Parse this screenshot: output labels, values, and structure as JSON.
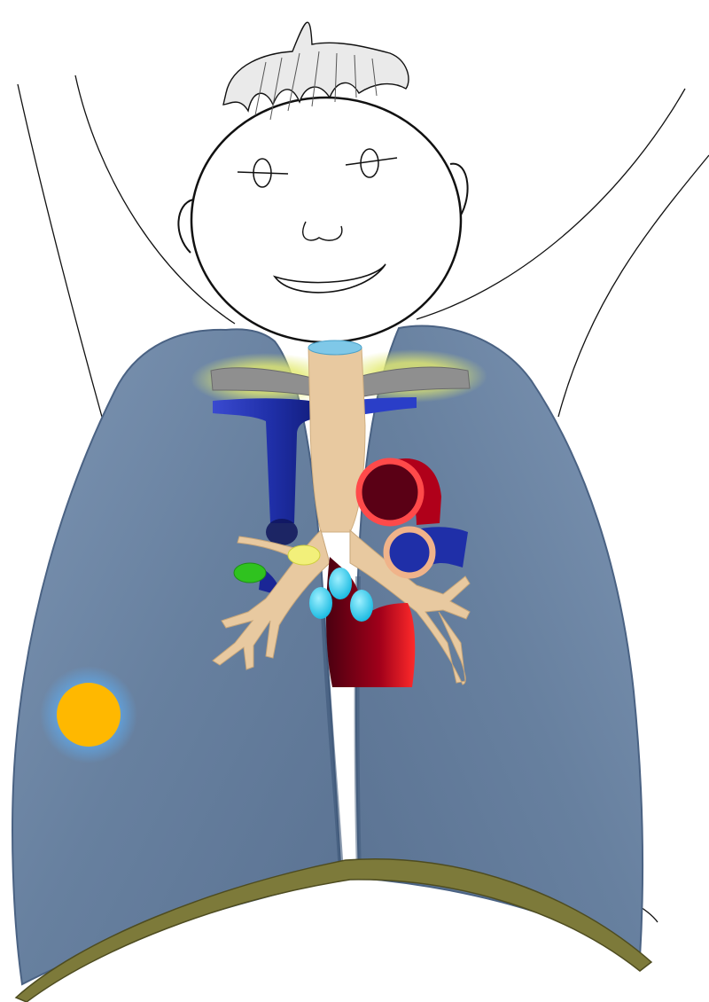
{
  "figure": {
    "subject": "chest-anatomy-illustration",
    "colors": {
      "background": "#ffffff",
      "outline": "#111111",
      "lung": "#67809f",
      "lung_shadow": "#3e5778",
      "diaphragm": "#7d7a3a",
      "trachea": "#e8c9a0",
      "clavicle": "#8f8f8f",
      "clavicle_glow": "#d8e06a",
      "vena_cava": "#1f2fa8",
      "aorta": "#c4001a",
      "aorta_ring": "#ff4a4a",
      "pulmonary_vessel_ring": "#f0b38a",
      "heart_dark": "#5a0015",
      "lymph_node_cyan": "#2fd0f0",
      "lymph_node_yellow": "#f2f07a",
      "lymph_node_green": "#2fc21f",
      "nodule": "#ffb800",
      "nodule_glow": "#5fa8e8"
    },
    "structures": [
      "head",
      "hair",
      "eyes",
      "ears",
      "mouth",
      "arms",
      "right-lung",
      "left-lung",
      "trachea",
      "bronchi",
      "clavicles",
      "superior-vena-cava",
      "aortic-arch",
      "pulmonary-artery",
      "heart",
      "lymph-nodes",
      "diaphragm",
      "pulmonary-nodule"
    ]
  }
}
